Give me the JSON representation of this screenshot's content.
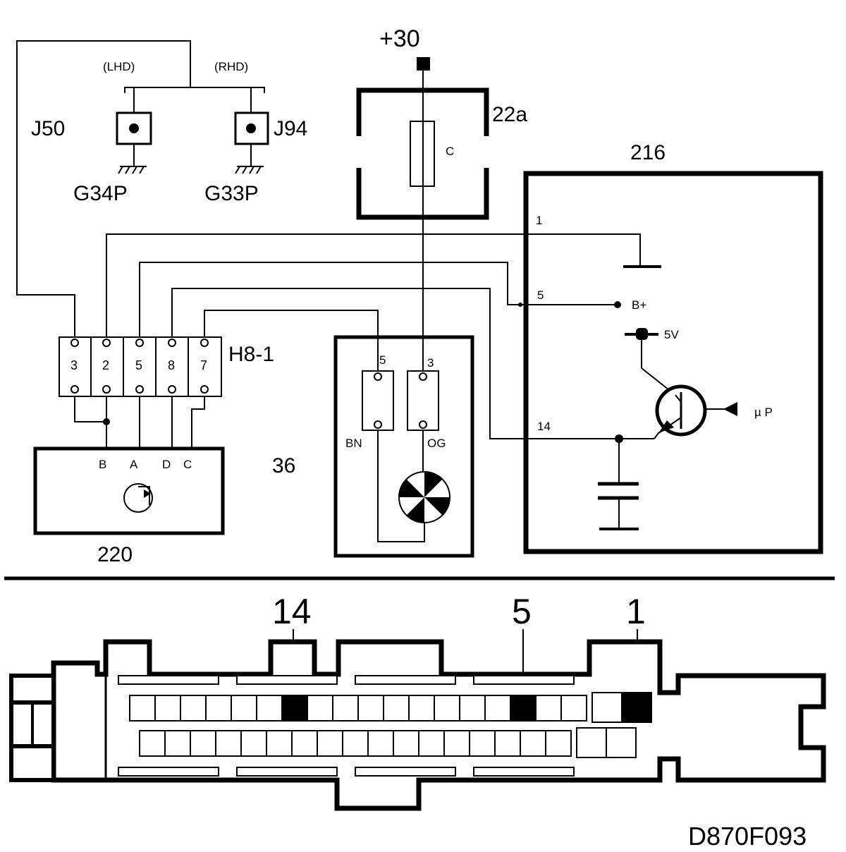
{
  "labels": {
    "plus30": "+30",
    "lhd": "(LHD)",
    "rhd": "(RHD)",
    "j50": "J50",
    "j94": "J94",
    "g34p": "G34P",
    "g33p": "G33P",
    "fuse_box": "22a",
    "fuse": "C",
    "module": "216",
    "connector": "H8-1",
    "lamp_unit": "36",
    "sensor": "220",
    "b_plus": "B+",
    "five_v": "5V",
    "mu_p": "µ P",
    "pin1": "1",
    "pin5": "5",
    "pin14": "14",
    "bn": "BN",
    "og": "OG",
    "lamp_pin5": "5",
    "lamp_pin3": "3",
    "sensor_b": "B",
    "sensor_a": "A",
    "sensor_d": "D",
    "sensor_c": "C",
    "diagram_code": "D870F093"
  },
  "connector_pins": [
    "3",
    "2",
    "5",
    "8",
    "7"
  ],
  "bottom_connector": {
    "callouts": [
      "14",
      "5",
      "1"
    ]
  }
}
